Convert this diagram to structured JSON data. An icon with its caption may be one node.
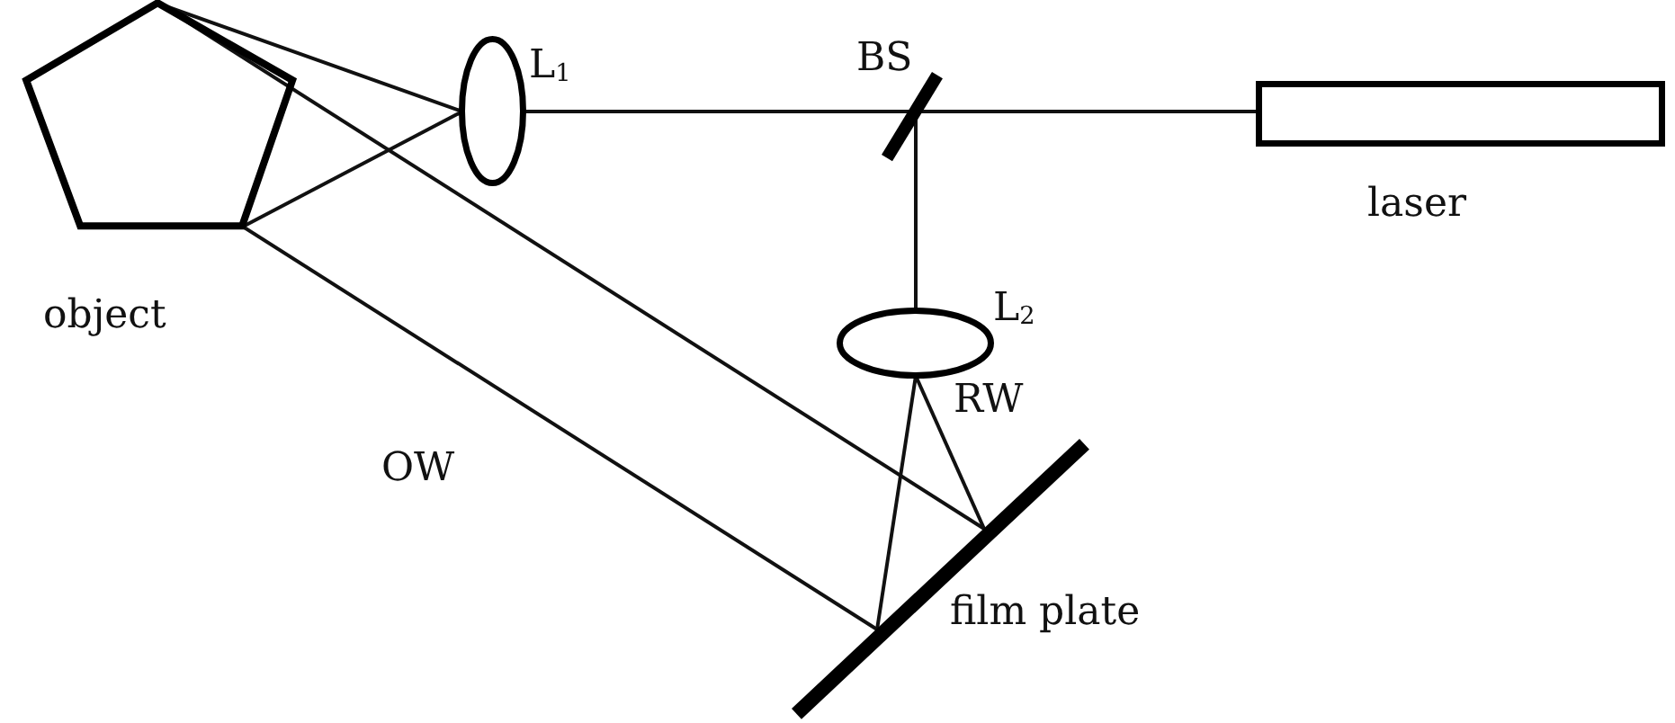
{
  "diagram": {
    "nodes": [
      {
        "text": [
          "object"
        ]
      },
      {
        "text": [
          "L$_{1}$"
        ]
      },
      {
        "text": [
          "BS"
        ]
      },
      {
        "text": [
          "laser"
        ]
      },
      {
        "text": [
          "L$_{2}$"
        ]
      },
      {
        "text": [
          "film plate"
        ]
      }
    ],
    "edges": [
      {
        "from": 3,
        "to": 2,
        "arrow": "none"
      },
      {
        "from": 2,
        "to": 1,
        "arrow": "none"
      },
      {
        "from": 2,
        "to": 4,
        "arrow": "none"
      },
      {
        "from": 1,
        "to": 0,
        "arrow": "none"
      },
      {
        "from": 1,
        "to": 0,
        "arrow": "none"
      },
      {
        "from": 0,
        "to": 5,
        "arrow": "none"
      },
      {
        "from": 0,
        "to": 5,
        "arrow": "none"
      },
      {
        "from": 4,
        "to": 5,
        "arrow": "none"
      },
      {
        "from": 4,
        "to": 5,
        "arrow": "none"
      }
    ],
    "labels": [
      "OW",
      "RW"
    ]
  }
}
